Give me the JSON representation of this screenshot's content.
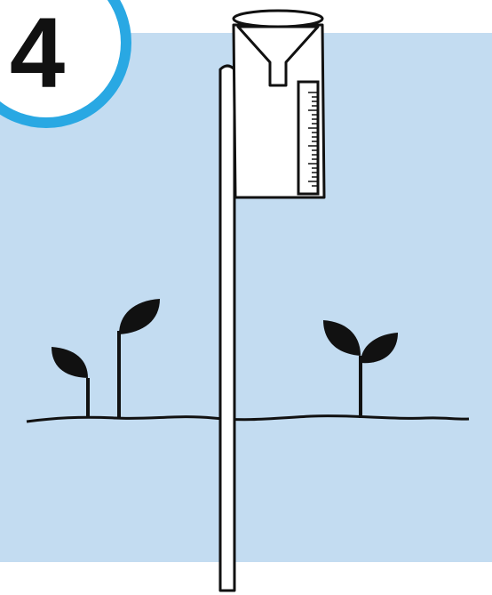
{
  "step": {
    "number": "4"
  },
  "colors": {
    "sky_panel": "#c3dcf1",
    "badge_ring": "#29a8e3",
    "ink": "#111111",
    "paper": "#ffffff"
  },
  "icons": {
    "badge": "step-number-badge",
    "gauge": "rain-gauge-icon",
    "pole": "mounting-pole",
    "plants": "seedling-icon",
    "ground": "ground-line"
  }
}
